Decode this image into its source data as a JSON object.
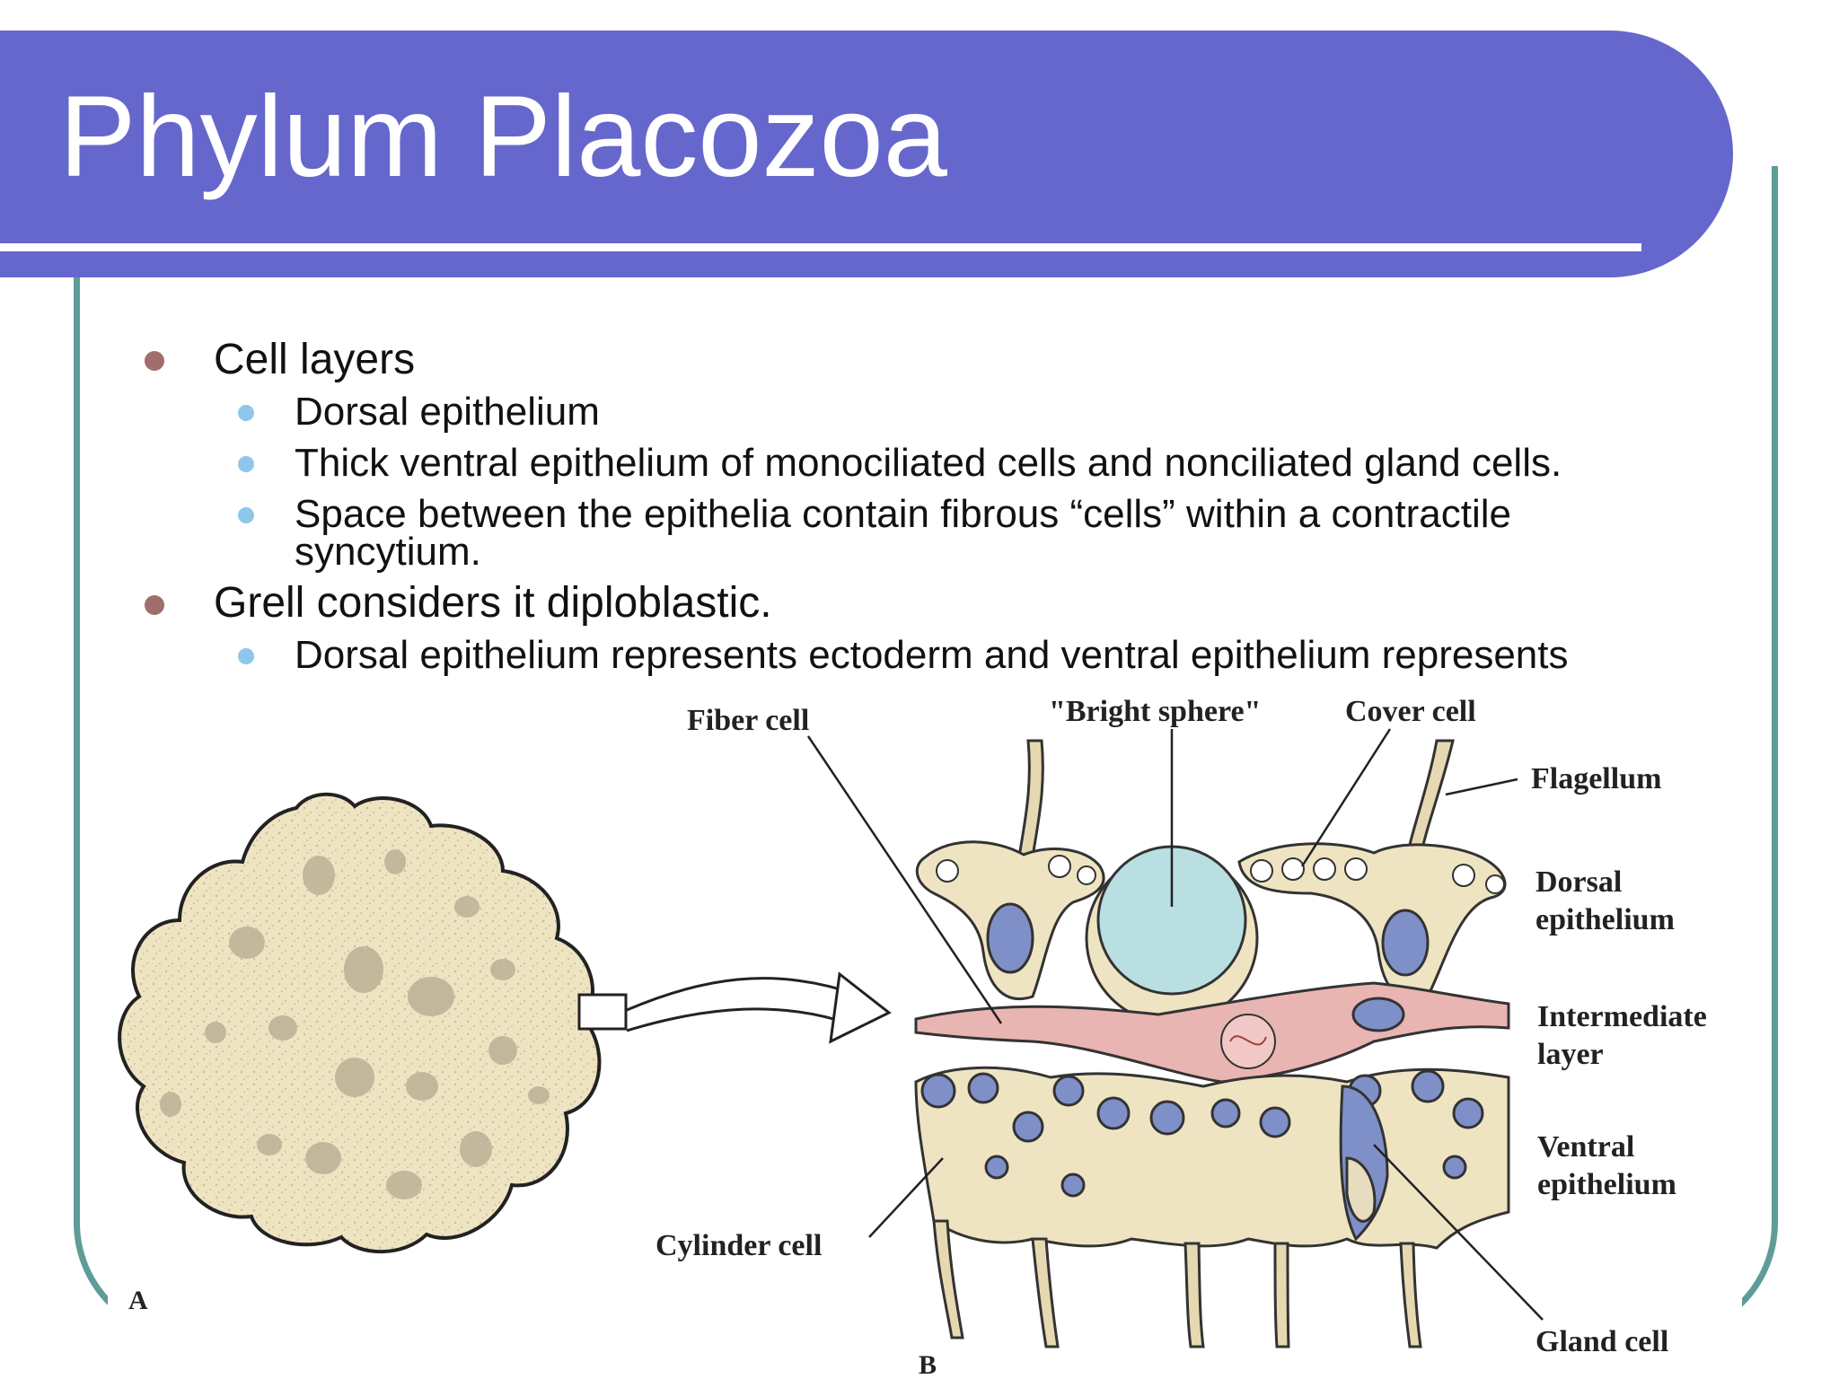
{
  "slide": {
    "title": "Phylum Placozoa",
    "colors": {
      "title_bar": "#6667cc",
      "frame": "#5f9c98",
      "bullet_l1": "#a06e6c",
      "bullet_l2": "#8fc7ea"
    }
  },
  "bullets": [
    {
      "text": "Cell layers",
      "level": 1
    },
    {
      "text": "Dorsal epithelium",
      "level": 2
    },
    {
      "text": "Thick ventral epithelium of monociliated cells and nonciliated gland cells.",
      "level": 2
    },
    {
      "text": "Space between the epithelia contain fibrous “cells” within a contractile",
      "level": 2
    },
    {
      "text": "syncytium.",
      "level": 2,
      "continuation": true
    },
    {
      "text": "Grell considers it diploblastic.",
      "level": 1
    },
    {
      "text": "Dorsal epithelium represents ectoderm and ventral epithelium represents",
      "level": 2
    }
  ],
  "figure": {
    "labels": {
      "fiber_cell": "Fiber cell",
      "bright_sphere": "\"Bright sphere\"",
      "cover_cell": "Cover cell",
      "flagellum": "Flagellum",
      "dorsal_epithelium_1": "Dorsal",
      "dorsal_epithelium_2": "epithelium",
      "intermediate_layer_1": "Intermediate",
      "intermediate_layer_2": "layer",
      "ventral_epithelium_1": "Ventral",
      "ventral_epithelium_2": "epithelium",
      "cylinder_cell": "Cylinder cell",
      "gland_cell": "Gland cell",
      "panel_a": "A",
      "panel_b": "B"
    },
    "colors": {
      "body": "#efe4c2",
      "body_speckle": "#c9bd99",
      "sphere": "#b9dfe2",
      "nucleus": "#7f90c8",
      "intermediate": "#e8b5b3",
      "outline": "#333333"
    }
  }
}
